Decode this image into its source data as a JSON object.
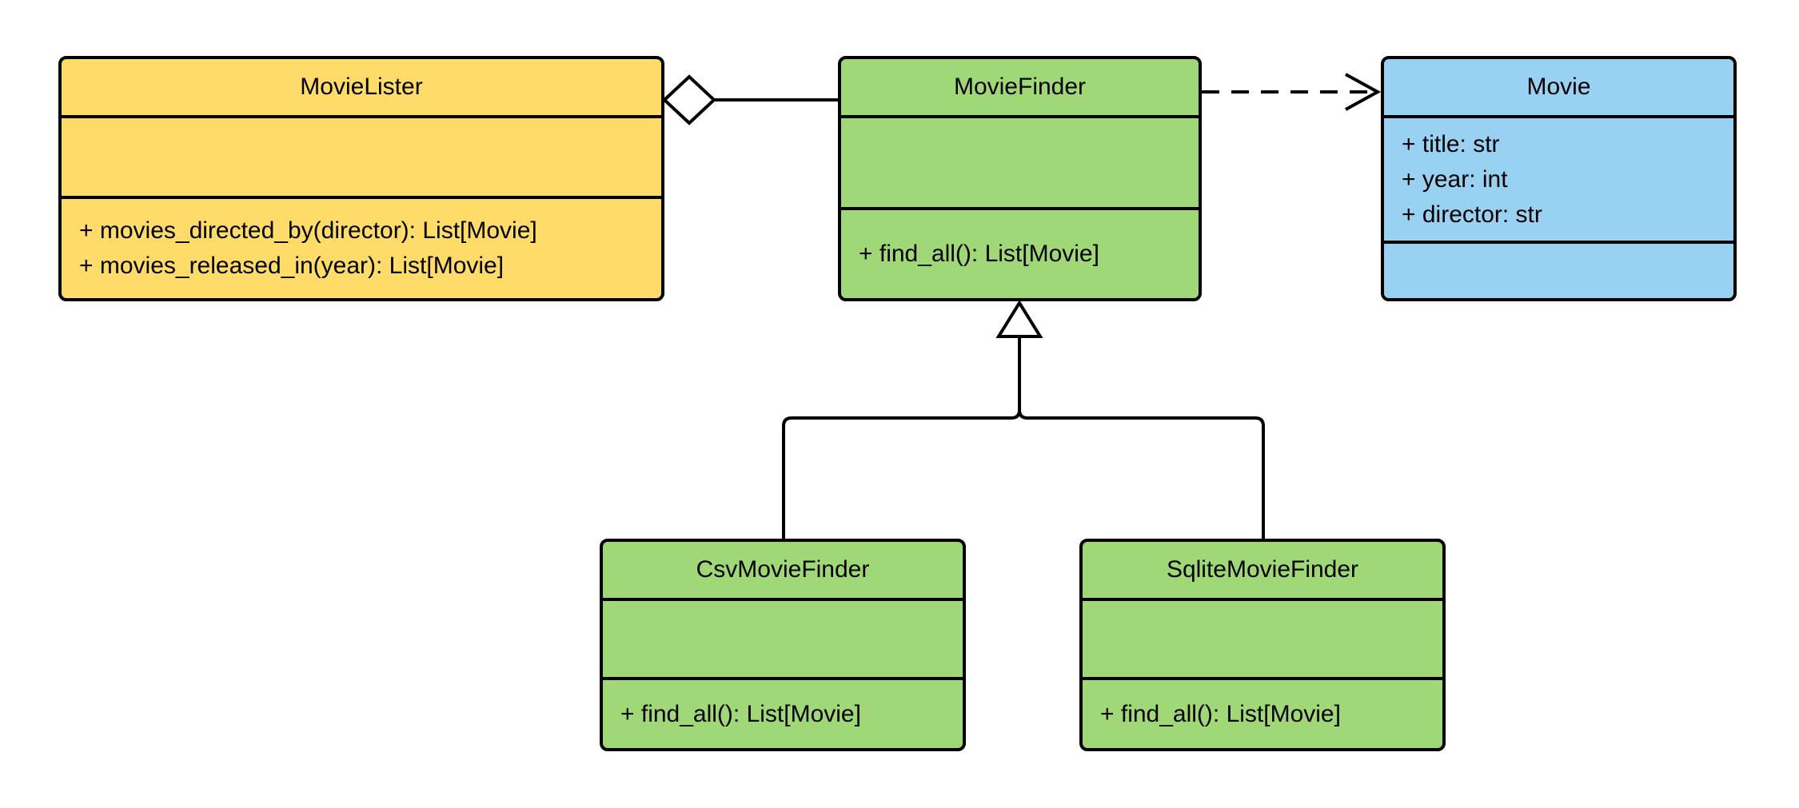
{
  "classes": {
    "movie_lister": {
      "name": "MovieLister",
      "attributes": [],
      "methods": [
        "+ movies_directed_by(director): List[Movie]",
        "+ movies_released_in(year): List[Movie]"
      ]
    },
    "movie_finder": {
      "name": "MovieFinder",
      "attributes": [],
      "methods": [
        "+ find_all(): List[Movie]"
      ]
    },
    "movie": {
      "name": "Movie",
      "attributes": [
        "+ title: str",
        "+ year: int",
        "+ director: str"
      ],
      "methods": []
    },
    "csv_movie_finder": {
      "name": "CsvMovieFinder",
      "attributes": [],
      "methods": [
        "+ find_all(): List[Movie]"
      ]
    },
    "sqlite_movie_finder": {
      "name": "SqliteMovieFinder",
      "attributes": [],
      "methods": [
        "+ find_all(): List[Movie]"
      ]
    }
  },
  "relationships": [
    {
      "type": "aggregation",
      "from": "MovieLister",
      "to": "MovieFinder",
      "marker": "hollow-diamond",
      "line": "solid"
    },
    {
      "type": "dependency",
      "from": "MovieFinder",
      "to": "Movie",
      "marker": "open-arrow",
      "line": "dashed"
    },
    {
      "type": "inheritance",
      "from": "CsvMovieFinder",
      "to": "MovieFinder",
      "marker": "hollow-triangle",
      "line": "solid"
    },
    {
      "type": "inheritance",
      "from": "SqliteMovieFinder",
      "to": "MovieFinder",
      "marker": "hollow-triangle",
      "line": "solid"
    }
  ],
  "colors": {
    "movie_lister_fill": "#FFDB69",
    "movie_finder_fill": "#A0D878",
    "movie_fill": "#99D1F2",
    "stroke": "#000000",
    "background": "#FFFFFF"
  }
}
